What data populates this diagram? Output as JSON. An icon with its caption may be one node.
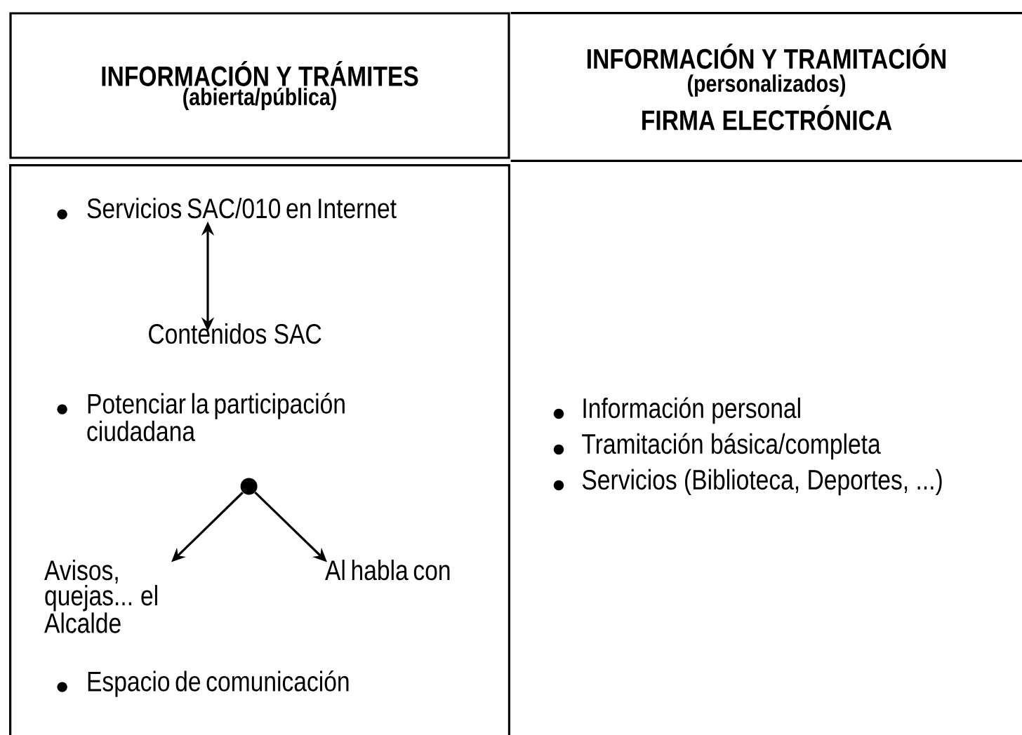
{
  "diagram": {
    "nodes": [
      {
        "text": [
          "INFORMACIÓN Y TRÁMITES",
          "(abierta/pública)"
        ]
      },
      {
        "text": [
          "INFORMACIÓN Y TRAMITACIÓN",
          "(personalizados)",
          "FIRMA ELECTRÓNICA"
        ]
      },
      {
        "text": [],
        "shape": "box"
      },
      {
        "text": [
          "Servicios SAC/010 en Internet"
        ],
        "in": 2
      },
      {
        "text": [
          "Contenidos SAC"
        ],
        "in": 2
      },
      {
        "text": [
          "Potenciar la participación ciudadana"
        ],
        "in": 2
      },
      {
        "text": [],
        "shape": "circle",
        "in": 2
      },
      {
        "text": [
          "Avisos, quejas... el Alcalde"
        ],
        "in": 2
      },
      {
        "text": [
          "Al habla con"
        ],
        "in": 2
      },
      {
        "text": [
          "Espacio de comunicación"
        ],
        "in": 2
      },
      {
        "text": [
          "Información personal",
          "Tramitación básica/completa",
          "Servicios (Biblioteca, Deportes, ...)"
        ]
      }
    ],
    "edges": [
      {
        "from": 3,
        "to": 4,
        "arrow": "both"
      },
      {
        "from": 6,
        "to": 7,
        "arrow": "to"
      },
      {
        "from": 6,
        "to": 8,
        "arrow": "to"
      }
    ]
  }
}
